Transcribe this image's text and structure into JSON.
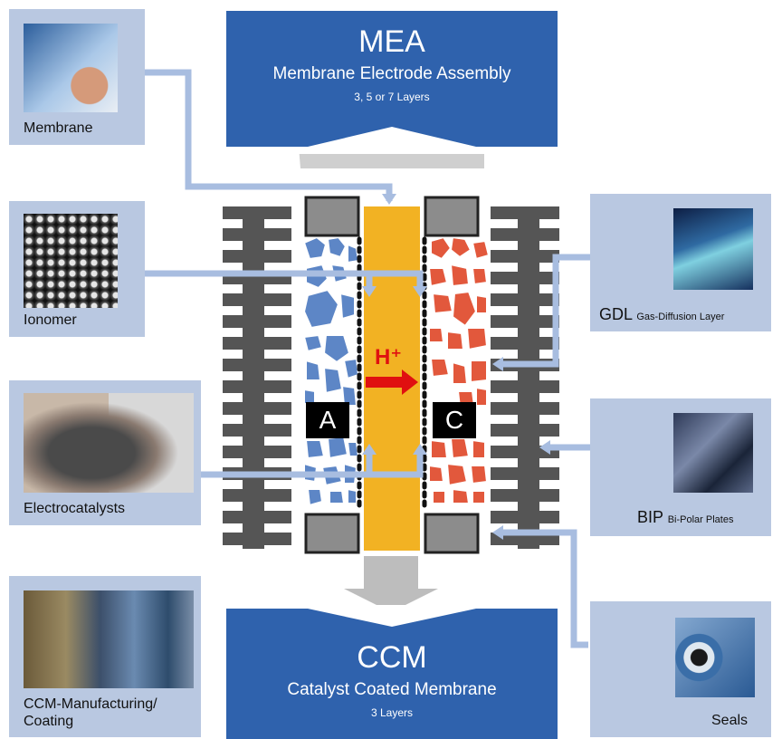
{
  "mea": {
    "title": "MEA",
    "subtitle": "Membrane Electrode Assembly",
    "layers": "3, 5 or 7 Layers"
  },
  "ccm": {
    "title": "CCM",
    "subtitle": "Catalyst Coated Membrane",
    "layers": "3 Layers"
  },
  "components": {
    "membrane": "Membrane",
    "ionomer": "Ionomer",
    "electrocatalysts": "Electrocatalysts",
    "ccm_manufacturing": "CCM-Manufacturing/ Coating",
    "gdl_abbr": "GDL",
    "gdl_full": "Gas-Diffusion Layer",
    "bip_abbr": "BIP",
    "bip_full": "Bi-Polar Plates",
    "seals": "Seals"
  },
  "cell": {
    "anode": "A",
    "cathode": "C",
    "proton": "H⁺"
  },
  "colors": {
    "blue_box": "#2f62ad",
    "light_box": "#b9c8e1",
    "membrane": "#f2b223",
    "anode": "#5d86c6",
    "cathode": "#e2583c",
    "plate": "#555555",
    "seal": "#8c8c8c"
  }
}
